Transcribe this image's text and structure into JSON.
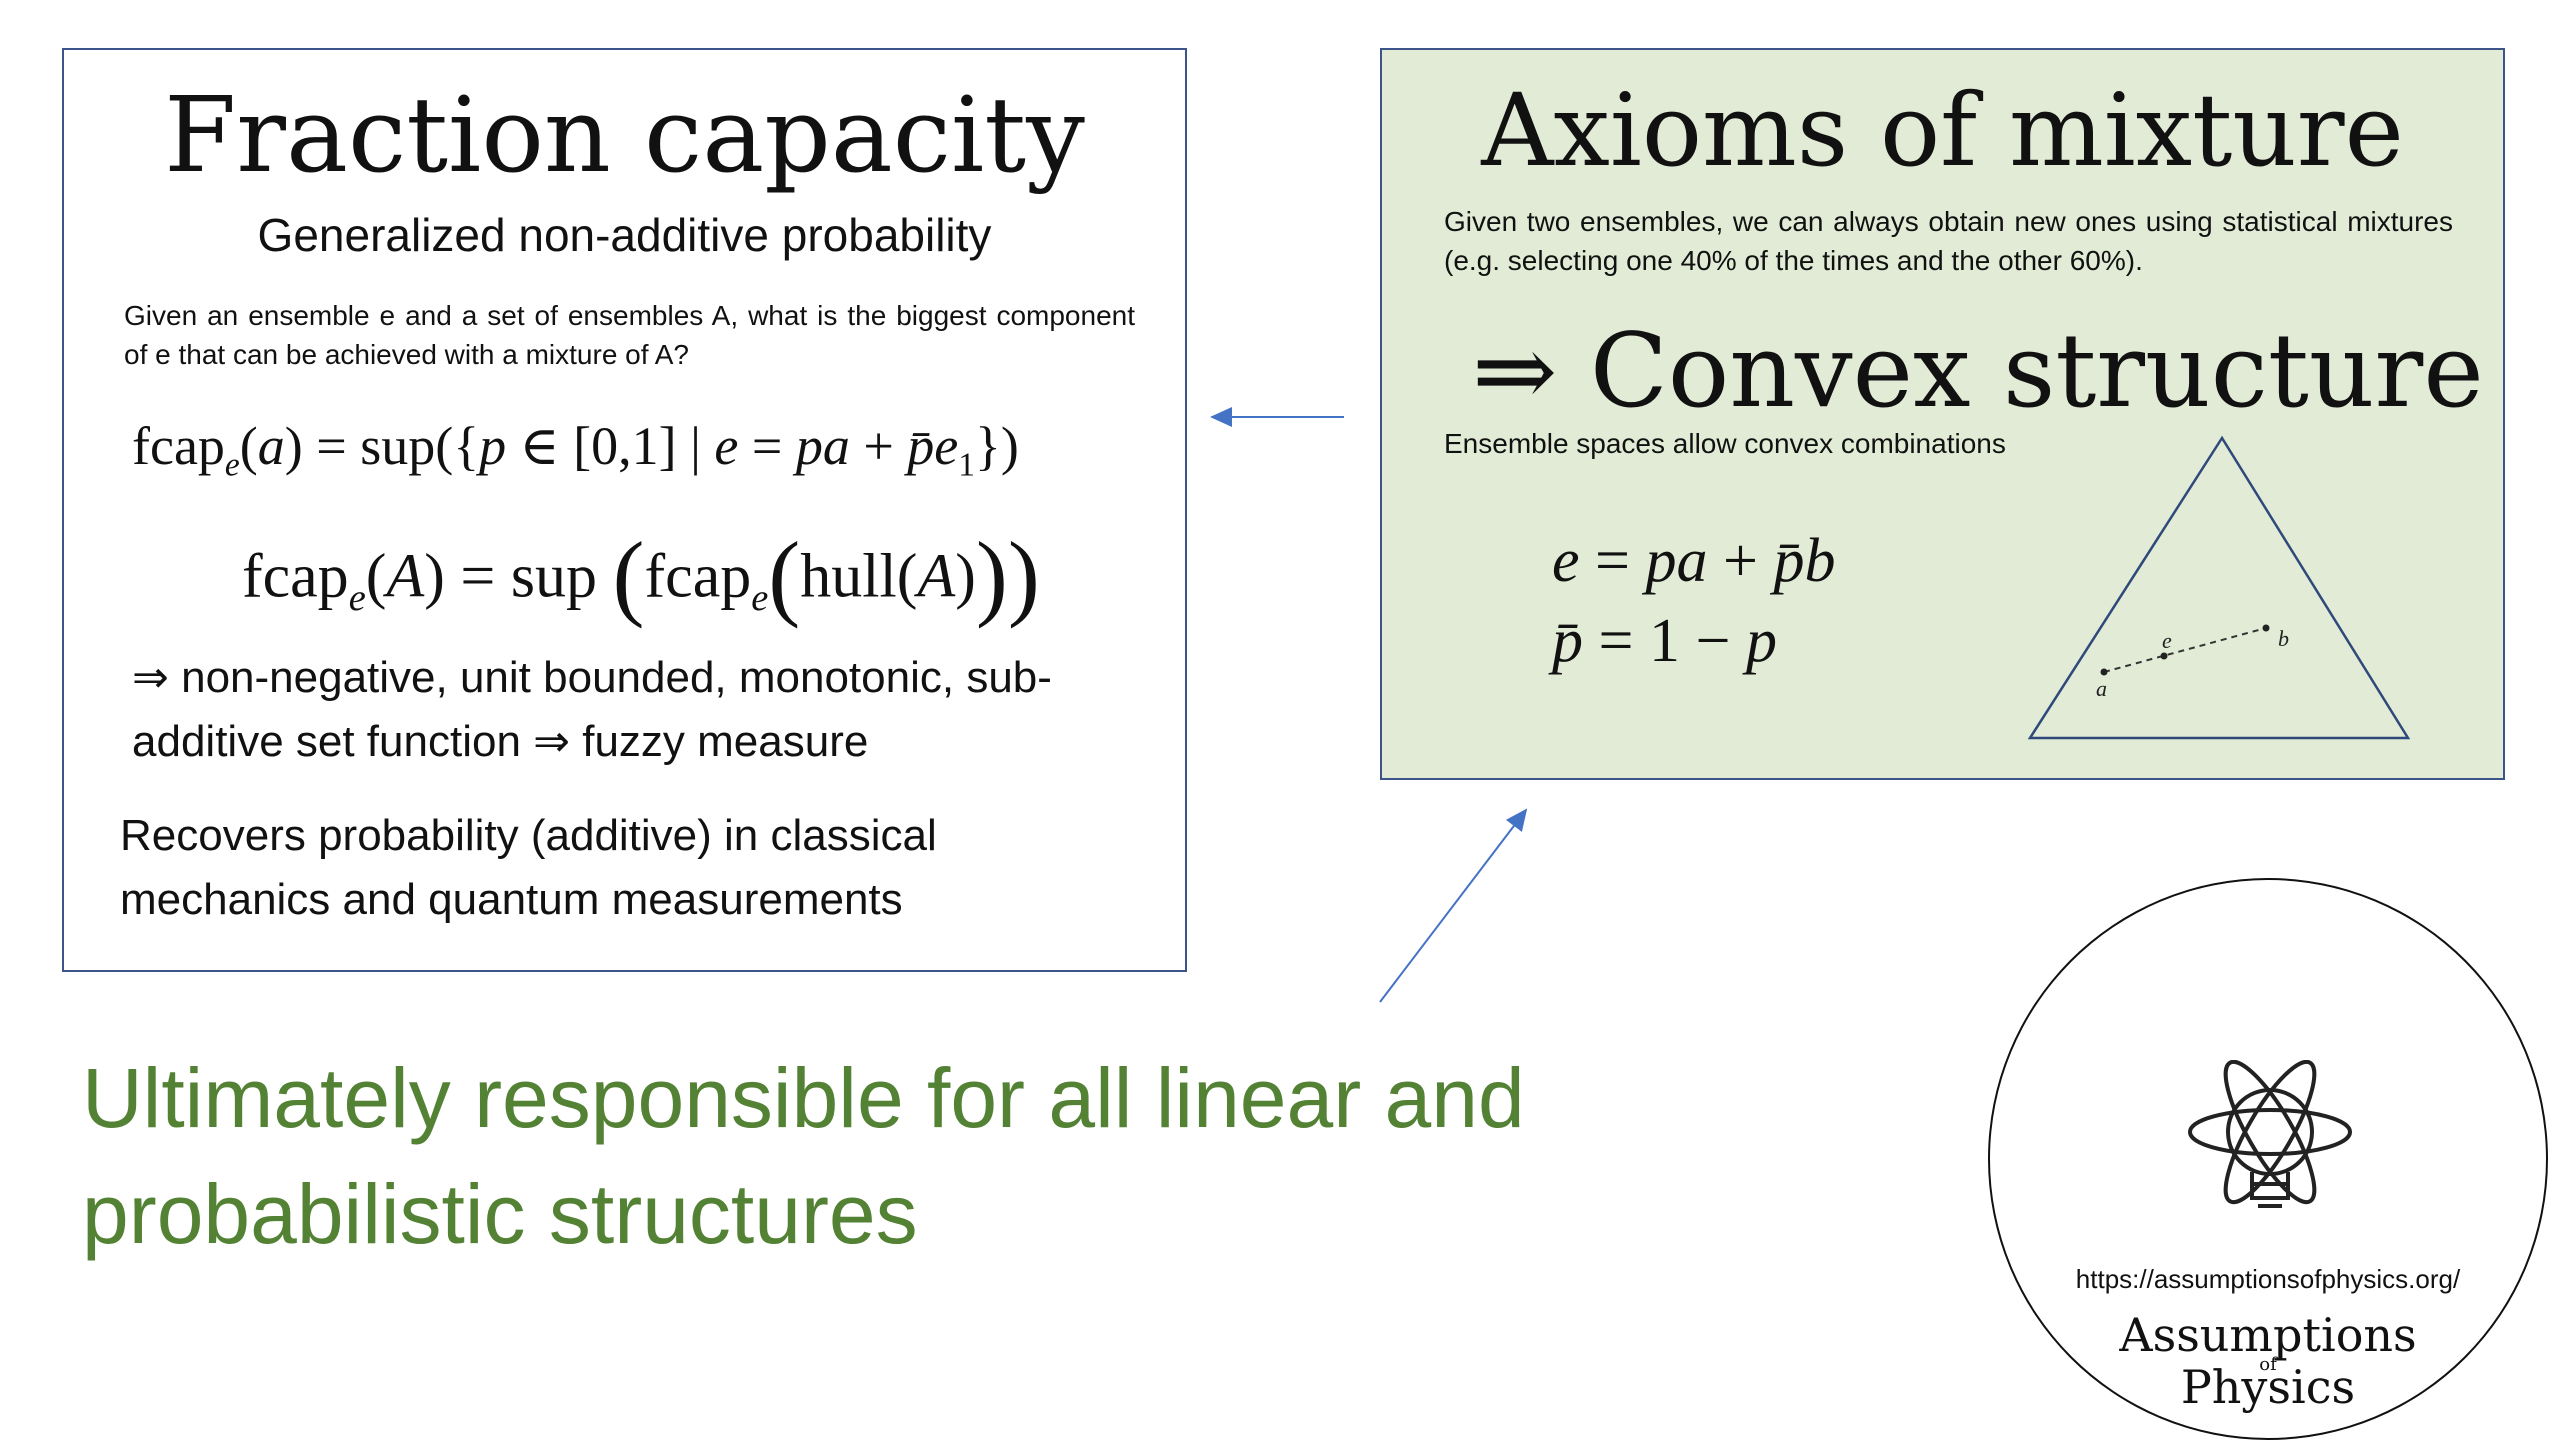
{
  "fraction_capacity": {
    "title": "Fraction capacity",
    "subtitle": "Generalized non-additive probability",
    "question": "Given an ensemble e and a set of ensembles A, what is the biggest component of e that can be achieved with a mixture of A?",
    "equation_single": "fcap_e(a) = sup({p ∈ [0,1] | e = pa + p̄e₁})",
    "equation_set": "fcap_e(A) = sup(fcap_e(hull(A)))",
    "properties": "⇒ non-negative, unit bounded, monotonic, sub-additive set function ⇒ fuzzy measure",
    "recovers": "Recovers probability (additive) in classical mechanics and quantum measurements"
  },
  "axioms_of_mixture": {
    "title": "Axioms of mixture",
    "description": "Given two ensembles, we can always obtain new ones using statistical mixtures (e.g. selecting one 40% of the times and the other 60%).",
    "convex_heading": "⇒ Convex structure",
    "convex_note": "Ensemble spaces allow convex combinations",
    "equation_mix": "e = pa + p̄b",
    "equation_complement": "p̄ = 1 − p",
    "diagram_labels": {
      "a": "a",
      "e": "e",
      "b": "b"
    }
  },
  "bottom_note": "Ultimately responsible for all linear and probabilistic structures",
  "logo": {
    "url": "https://assumptionsofphysics.org/",
    "name_line1": "Assumptions",
    "name_of": "of",
    "name_line2": "Physics",
    "icon": "lightbulb-atom-icon"
  },
  "colors": {
    "box_border": "#3d5488",
    "mixture_background": "#e1ebd6",
    "bottom_note": "#548235",
    "arrow": "#4472c4"
  }
}
